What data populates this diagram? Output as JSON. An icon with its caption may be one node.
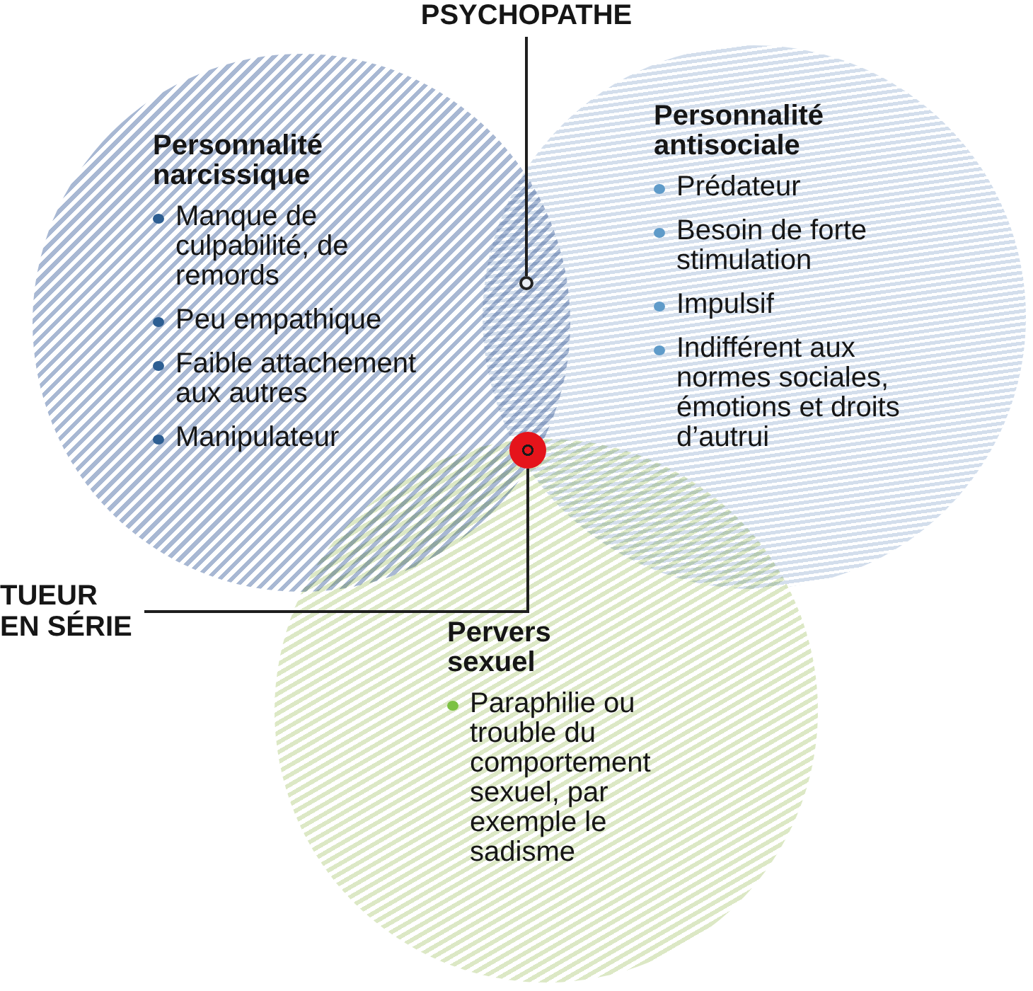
{
  "diagram": {
    "nodes": [
      {
        "text": [
          "PSYCHOPATHE"
        ]
      },
      {
        "text": [
          "Personnalité narcissique",
          "Manque de culpabilité, de remords",
          "Peu empathique",
          "Faible attachement aux autres",
          "Manipulateur"
        ]
      },
      {
        "text": [
          "Personnalité antisociale",
          "Prédateur",
          "Besoin de forte stimulation",
          "Impulsif",
          "Indifférent aux normes sociales, émotions et droits d’autrui"
        ]
      },
      {
        "text": [],
        "shape": "circle"
      },
      {
        "text": [],
        "shape": "circle"
      },
      {
        "text": [
          "TUEUR EN SÉRIE"
        ]
      },
      {
        "text": [
          "Pervers sexuel",
          "Paraphilie ou trouble du comportement sexuel, par exemple le sadisme"
        ]
      }
    ],
    "edges": [
      {
        "from": 0,
        "to": 3,
        "arrow": "none"
      },
      {
        "from": 5,
        "to": 4,
        "arrow": "none"
      }
    ]
  }
}
